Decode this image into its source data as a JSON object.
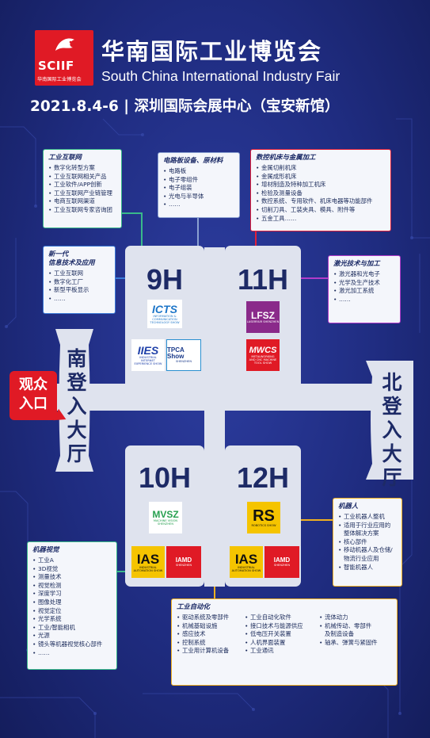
{
  "header": {
    "logo_text": "SCIIF",
    "logo_sub": "华南国际工业博览会",
    "title_cn": "华南国际工业博览会",
    "title_en": "South China International Industry Fair",
    "date_venue": "2021.8.4-6 | 深圳国际会展中心（宝安新馆）"
  },
  "boxes": {
    "industrial_internet": {
      "title": "工业互联网",
      "items": [
        "数字化转型方案",
        "工业互联网相关产品",
        "工业软件/APP创新",
        "工业互联网产业链管理",
        "电商互联网渠道",
        "工业互联网专家咨询团"
      ]
    },
    "new_gen_it": {
      "title_line1": "新一代",
      "title_line2": "信息技术及应用",
      "items": [
        "工业互联网",
        "数字化工厂",
        "新型平板显示",
        "……"
      ]
    },
    "pcb": {
      "title": "电路板设备、原材料",
      "items": [
        "电路板",
        "电子零组件",
        "电子组装",
        "光电与半导体",
        "……"
      ]
    },
    "cnc": {
      "title": "数控机床与金属加工",
      "items": [
        "金属切削机床",
        "金属成形机床",
        "增材制造及特种加工机床",
        "检验及测量设备",
        "数控系统、专用软件、机床电器等功能部件",
        "切削刀具、工装夹具、模具、附件等",
        "五金工具……"
      ]
    },
    "laser": {
      "title": "激光技术与加工",
      "items": [
        "激光器和光电子",
        "光学及生产技术",
        "激光加工系统",
        "……"
      ]
    },
    "robot": {
      "title": "机器人",
      "items": [
        "工业机器人整机",
        "适用于行业应用的",
        "整体解决方案",
        "核心部件",
        "移动机器人及仓储/",
        "物流行业应用",
        "智能机器人"
      ]
    },
    "vision": {
      "title": "机器视觉",
      "items": [
        "工业A",
        "3D视觉",
        "测量技术",
        "视觉检测",
        "深度学习",
        "图像处理",
        "视觉定位",
        "光学系统",
        "工业/智能相机",
        "光源",
        "镜头等机器视觉核心部件",
        "……"
      ]
    },
    "automation": {
      "title": "工业自动化",
      "col1": [
        "驱动系统及零部件",
        "机械基础设施",
        "感应技术",
        "控制系统",
        "工业用计算机设备"
      ],
      "col2": [
        "工业自动化软件",
        "接口技术与能源供应",
        "低电压开关装置",
        "人机界面装置",
        "工业通讯"
      ],
      "col3": [
        "流体动力",
        "机械传动、零部件",
        "及制造设备",
        "轴承、弹簧与紧固件"
      ]
    }
  },
  "halls": {
    "h9": {
      "name": "9H"
    },
    "h11": {
      "name": "11H"
    },
    "h10": {
      "name": "10H"
    },
    "h12": {
      "name": "12H"
    }
  },
  "entrances": {
    "south": [
      "南",
      "登",
      "入",
      "大",
      "厅"
    ],
    "north": [
      "北",
      "登",
      "入",
      "大",
      "厅"
    ],
    "audience_line1": "观众",
    "audience_line2": "入口"
  },
  "show_logos": {
    "icts": {
      "main": "ICTS",
      "sub": "INFORMATION & COMMUNICATION TECHNOLOGY SHOW"
    },
    "iies": {
      "main": "IIES",
      "sub": "INDUSTRIAL INTERNET EXPERIENCE SHOW"
    },
    "tpca": {
      "main": "TPCA Show",
      "sub": "SHENZHEN"
    },
    "lfsz": {
      "main": "LFSZ",
      "sub": "LASERFAIR SHENZHEN"
    },
    "mwcs": {
      "main": "MWCS",
      "sub": "METALWORKING AND CNC MACHINE TOOL SHOW"
    },
    "mvsz": {
      "main": "MVSZ",
      "sub": "MACHINE VISION SHENZHEN"
    },
    "ias": {
      "main": "IAS",
      "sub": "INDUSTRIAL AUTOMATION SHOW"
    },
    "iamd": {
      "main": "IAMD",
      "sub": "SHENZHEN"
    },
    "rs": {
      "main": "RS",
      "sub": "ROBOTICS SHOW"
    }
  },
  "colors": {
    "background": "#1f2c80",
    "hall": "#dfe3ee",
    "accent_red": "#e01a25",
    "green": "#39b98a",
    "blue": "#3b79d6",
    "purple": "#b23cc9",
    "yellow": "#f0b020"
  }
}
